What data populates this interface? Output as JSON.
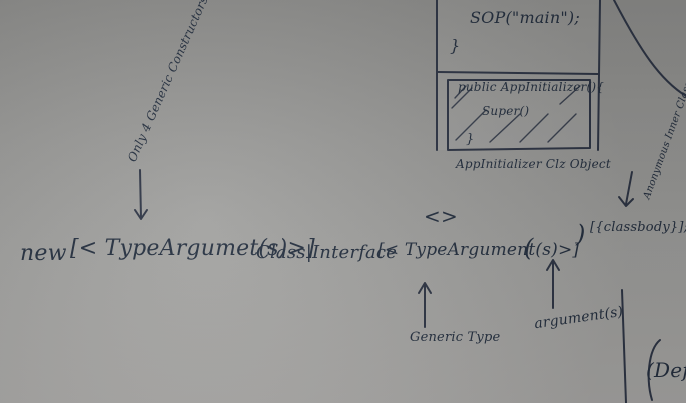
{
  "board": {
    "top_box": {
      "line1": "SOP(\"main\");",
      "line2": "}",
      "line3": "public AppInitializer(){",
      "line4": "Super()",
      "line5": "}",
      "caption": "AppInitializer Clz Object"
    },
    "annotations": {
      "generic_constructors": "Only 4 Generic Constructors",
      "generic_type": "Generic Type",
      "arguments": "argument(s)",
      "diamond": "<>",
      "anonymous": "Anonymous Inner Class",
      "def_partial": "(Def"
    },
    "syntax": {
      "new_kw": "new",
      "type_args_1": "[< TypeArgumet(s)>]",
      "class_iface": "Class|Interface",
      "type_args_2": "[< TypeArgument(s)>]",
      "open_paren": "(",
      "close_paren": ")",
      "class_body": "[{classbody}];"
    }
  }
}
